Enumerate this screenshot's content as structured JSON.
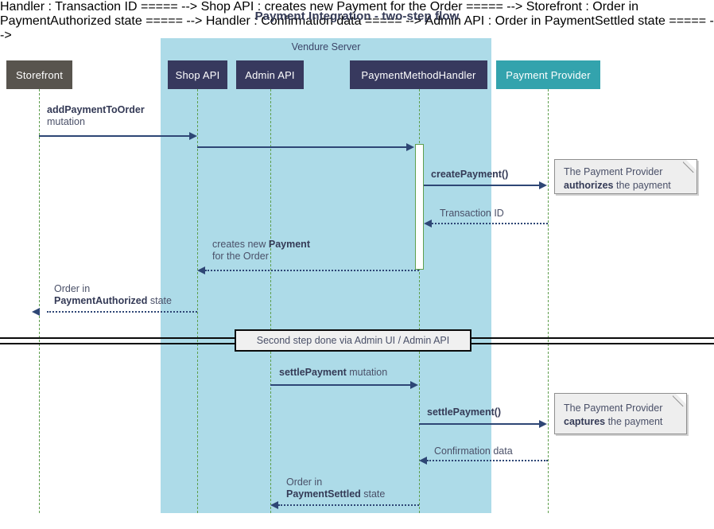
{
  "title": "Payment Integration - two-step flow",
  "group": {
    "label": "Vendure Server",
    "color": "#addbe8"
  },
  "participants": [
    {
      "name": "storefront",
      "label": "Storefront",
      "color": "#58544e"
    },
    {
      "name": "shop-api",
      "label": "Shop API",
      "color": "#37395e"
    },
    {
      "name": "admin-api",
      "label": "Admin API",
      "color": "#37395e"
    },
    {
      "name": "payment-method-handler",
      "label": "PaymentMethodHandler",
      "color": "#37395e"
    },
    {
      "name": "payment-provider",
      "label": "Payment Provider",
      "color": "#33a3ad"
    }
  ],
  "messages": [
    {
      "name": "add-payment-to-order",
      "line1_bold": "addPaymentToOrder",
      "line1_rest": "",
      "line2_bold": "",
      "line2_rest": "mutation"
    },
    {
      "name": "shop-api-to-handler",
      "line1_bold": "",
      "line1_rest": "",
      "line2_bold": "",
      "line2_rest": ""
    },
    {
      "name": "create-payment",
      "line1_bold": "createPayment()",
      "line1_rest": "",
      "line2_bold": "",
      "line2_rest": ""
    },
    {
      "name": "transaction-id",
      "line1_bold": "",
      "line1_rest": "Transaction ID",
      "line2_bold": "",
      "line2_rest": ""
    },
    {
      "name": "creates-new-payment",
      "line1_bold": "Payment",
      "line1_rest": "creates new ",
      "line2_bold": "",
      "line2_rest": "for the Order"
    },
    {
      "name": "order-payment-authorized",
      "line1_bold": "",
      "line1_rest": "Order in",
      "line2_bold": "PaymentAuthorized",
      "line2_rest": " state"
    },
    {
      "name": "settle-payment-mutation",
      "line1_bold": "settlePayment",
      "line1_rest": " mutation",
      "line2_bold": "",
      "line2_rest": ""
    },
    {
      "name": "settle-payment-call",
      "line1_bold": "settlePayment()",
      "line1_rest": "",
      "line2_bold": "",
      "line2_rest": ""
    },
    {
      "name": "confirmation-data",
      "line1_bold": "",
      "line1_rest": "Confirmation data",
      "line2_bold": "",
      "line2_rest": ""
    },
    {
      "name": "order-payment-settled",
      "line1_bold": "",
      "line1_rest": "Order in",
      "line2_bold": "PaymentSettled",
      "line2_rest": " state"
    }
  ],
  "notes": [
    {
      "name": "note-authorizes",
      "line1": "The Payment Provider",
      "line2_bold": "authorizes",
      "line2_rest": " the payment"
    },
    {
      "name": "note-captures",
      "line1": "The Payment Provider",
      "line2_bold": "captures",
      "line2_rest": " the payment"
    }
  ],
  "divider": {
    "label": "Second step done via Admin UI / Admin API"
  }
}
